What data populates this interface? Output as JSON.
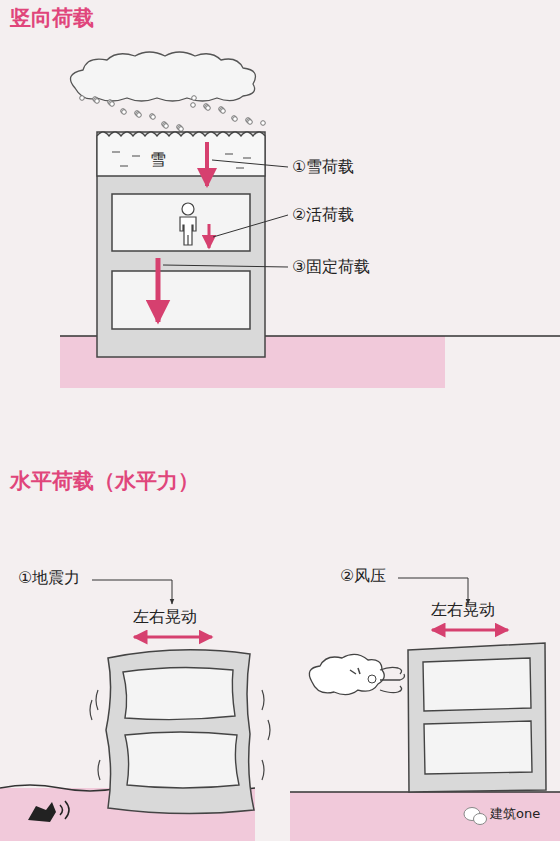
{
  "diagram": {
    "title": "竖向荷载",
    "labels": [
      "雪",
      "①雪荷载",
      "②活荷载",
      "③固定荷载",
      "水平荷载（水平力）",
      "①地震力",
      "左右晃动",
      "②风压",
      "左右晃动",
      "建筑one"
    ]
  }
}
